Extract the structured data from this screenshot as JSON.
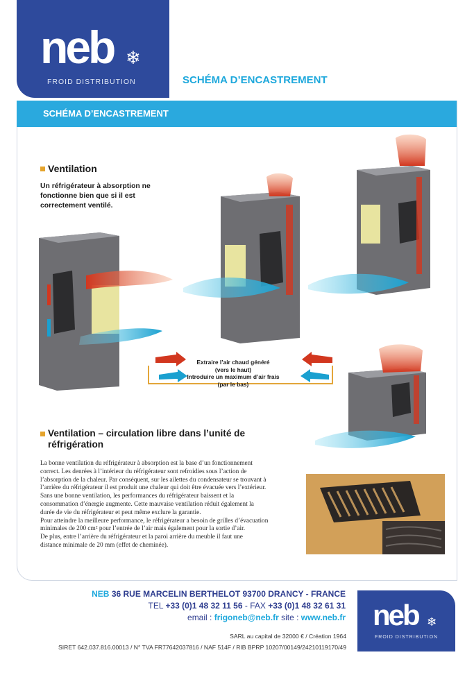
{
  "brand": {
    "logo_word": "neb",
    "logo_sub": "FROID DISTRIBUTION",
    "snow_glyph": "❄",
    "colors": {
      "brand_blue": "#2e4a9c",
      "accent_cyan": "#1ea8dc",
      "bullet_orange": "#e5a42d"
    }
  },
  "header": {
    "title": "SCHÉMA D’ENCASTREMENT"
  },
  "panel": {
    "bar_title": "SCHÉMA D’ENCASTREMENT"
  },
  "ventilation": {
    "title": "Ventilation",
    "intro_lines": [
      "Un réfrigérateur à absorption ne",
      "fonctionne bien que si il est",
      "correctement ventilé."
    ]
  },
  "legend": {
    "hot_lines": [
      "Extraire l’air chaud généré",
      "(vers le haut)"
    ],
    "cold_lines": [
      "Introduire un maximum d’air frais",
      "(par le bas)"
    ]
  },
  "circulation": {
    "title_lines": [
      "Ventilation – circulation libre dans l’unité de",
      "réfrigération"
    ],
    "body_lines": [
      "La bonne ventilation du réfrigérateur à absorption est la base d’un fonctionnement",
      "correct. Les denrées à l’intérieur du réfrigérateur sont refroidies sous l’action de",
      "l’absorption de la chaleur. Par conséquent, sur les ailettes du condensateur se trouvant à",
      "l’arrière du réfrigérateur il est produit une chaleur qui doit être évacuée vers l’extérieur.",
      "Sans une bonne ventilation, les performances du réfrigérateur  baissent et la",
      "consommation d’énergie augmente. Cette mauvaise ventilation réduit également la",
      "durée de vie du réfrigérateur et peut même exclure la garantie.",
      "Pour atteindre la meilleure performance, le réfrigérateur a besoin de grilles d’évacuation",
      "minimales de 200 cm² pour l’entrée de l’air mais également pour la sortie d’air.",
      "De plus, entre l’arrière du réfrigérateur et la paroi arrière du meuble il faut une",
      "distance minimale de 20 mm (effet de cheminée)."
    ]
  },
  "footer": {
    "company": "NEB",
    "address": "36 RUE MARCELIN BERTHELOT 93700 DRANCY - FRANCE",
    "tel_label": "TEL",
    "tel": "+33 (0)1 48 32 11 56",
    "fax_label": "- FAX",
    "fax": "+33 (0)1 48 32 61 31",
    "email_label": "email :",
    "email": "frigoneb@neb.fr",
    "site_label": "site :",
    "site": "www.neb.fr",
    "capital": "SARL au capital de 32000 € / Création 1964",
    "legal": "SIRET 642.037.816.00013 / N° TVA FR77642037816 / NAF 514F / RIB BPRP 10207/00149/24210119170/49"
  }
}
